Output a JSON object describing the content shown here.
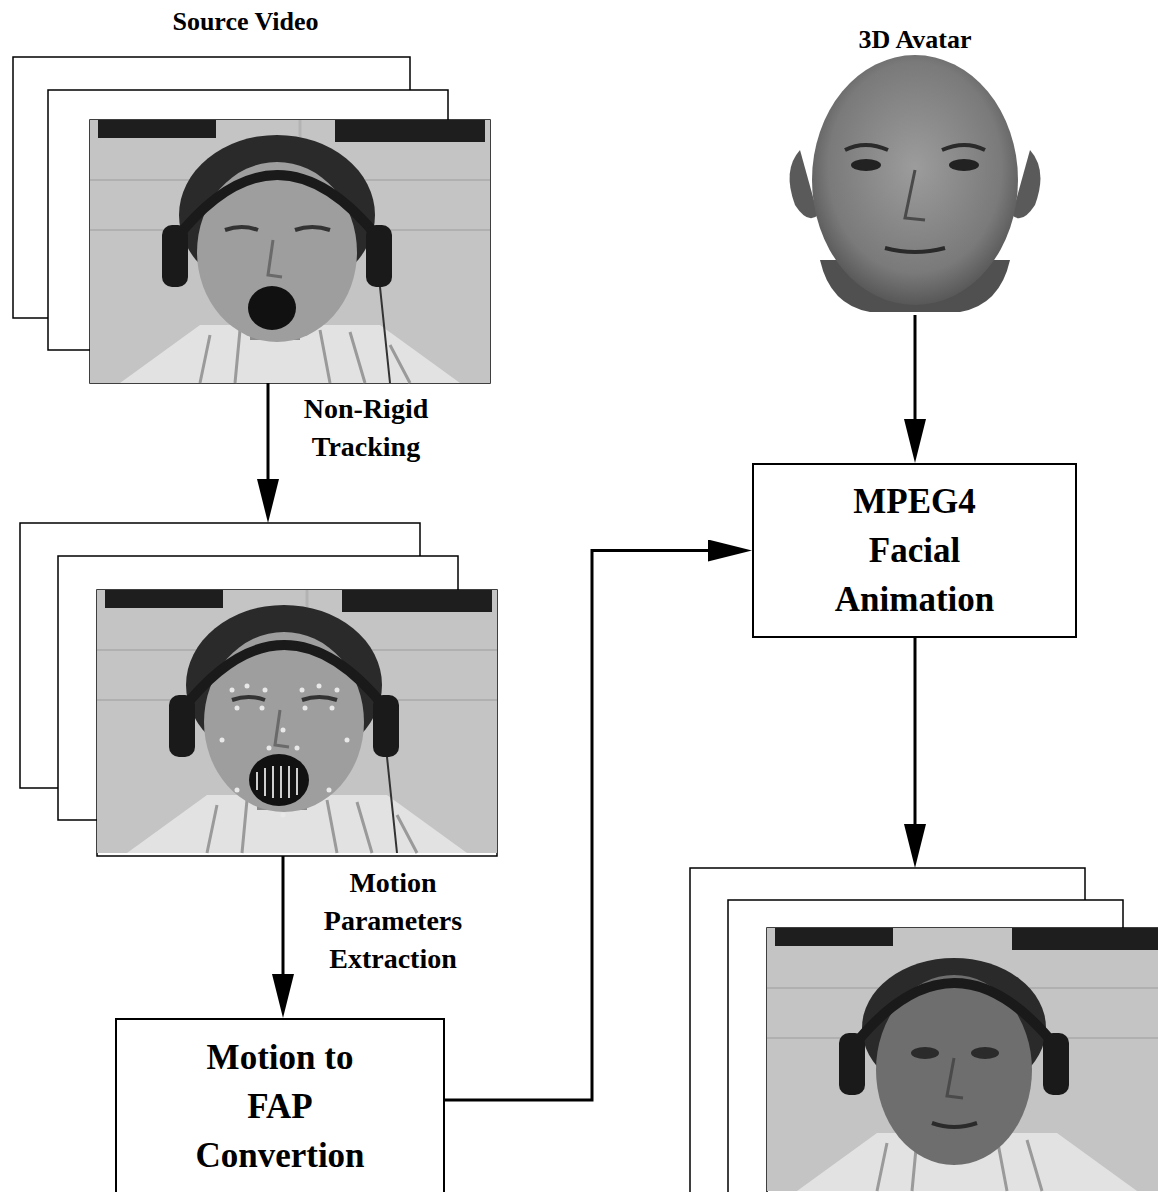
{
  "diagram": {
    "nodes": [
      {
        "text": [
          "Source Video"
        ]
      },
      {
        "text": [
          "3D Avatar"
        ]
      },
      {
        "text": []
      },
      {
        "text": [
          "MPEG4 Facial Animation"
        ]
      },
      {
        "text": [
          "Motion to FAP Convertion"
        ]
      },
      {
        "text": []
      }
    ],
    "edges": [
      {
        "from": 0,
        "to": 2,
        "label": "Non-Rigid Tracking",
        "arrow": "to"
      },
      {
        "from": 2,
        "to": 4,
        "label": "Motion Parameters Extraction",
        "arrow": "to"
      },
      {
        "from": 4,
        "to": 3,
        "arrow": "to"
      },
      {
        "from": 1,
        "to": 3,
        "arrow": "to"
      },
      {
        "from": 3,
        "to": 5,
        "arrow": "to"
      }
    ]
  }
}
